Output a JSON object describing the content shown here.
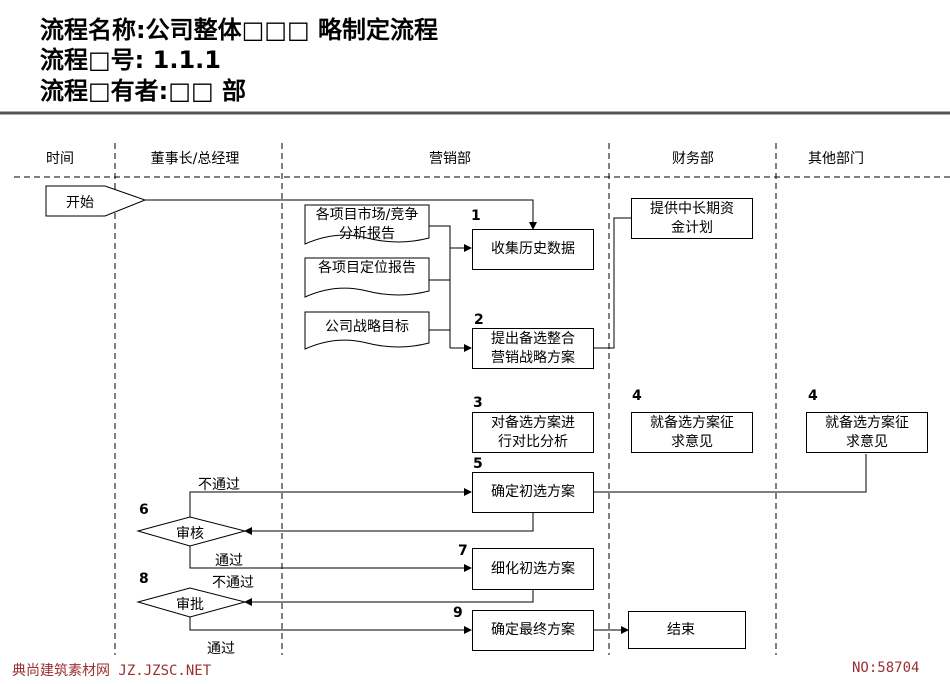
{
  "header": {
    "line1": "流程名称:公司整体□□□ 略制定流程",
    "line2": "流程□号: 1.1.1",
    "line3": "流程□有者:□□ 部"
  },
  "lanes": [
    "时间",
    "董事长/总经理",
    "营销部",
    "财务部",
    "其他部门"
  ],
  "start": "开始",
  "docs": [
    "各项目市场/竞争分析报告",
    "各项目定位报告",
    "公司战略目标"
  ],
  "steps": {
    "s1": {
      "num": "1",
      "text": "收集历史数据"
    },
    "s2": {
      "num": "2",
      "text": "提出备选整合营销战略方案"
    },
    "fin_plan": "提供中长期资金计划",
    "s3": {
      "num": "3",
      "text": "对备选方案进行对比分析"
    },
    "s4a": {
      "num": "4",
      "text": "就备选方案征求意见"
    },
    "s4b": {
      "num": "4",
      "text": "就备选方案征求意见"
    },
    "s5": {
      "num": "5",
      "text": "确定初选方案"
    },
    "s6": {
      "num": "6",
      "text": "审核"
    },
    "s7": {
      "num": "7",
      "text": "细化初选方案"
    },
    "s8": {
      "num": "8",
      "text": "审批"
    },
    "s9": {
      "num": "9",
      "text": "确定最终方案"
    },
    "end": "结束"
  },
  "labels": {
    "reject1": "不通过",
    "pass1": "通过",
    "reject2": "不通过",
    "pass2": "通过"
  },
  "footer": {
    "left": "典尚建筑素材网 JZ.JZSC.NET",
    "right": "NO:58704"
  }
}
